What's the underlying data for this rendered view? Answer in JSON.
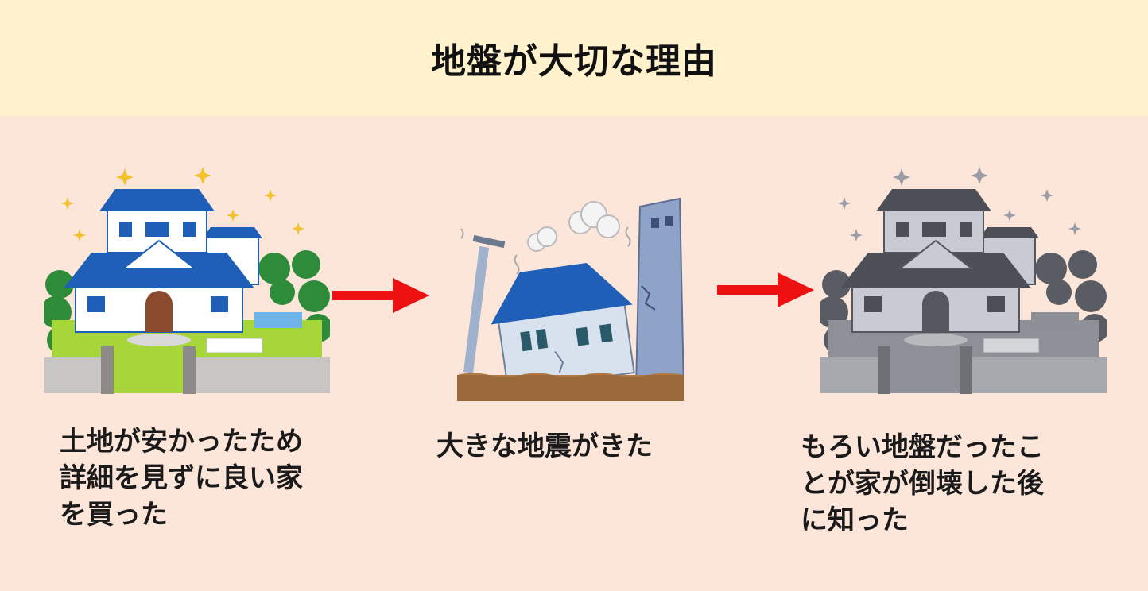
{
  "header": {
    "title": "地盤が大切な理由"
  },
  "steps": [
    {
      "caption": "土地が安かったため\n詳細を見ずに良い家\nを買った",
      "illustration": "new-house-illustration"
    },
    {
      "caption": "大きな地震がきた",
      "illustration": "earthquake-illustration"
    },
    {
      "caption": "もろい地盤だったこ\nとが家が倒壊した後\nに知った",
      "illustration": "collapsed-house-illustration"
    }
  ],
  "colors": {
    "header_bg": "#fff2cc",
    "body_bg": "#fce5d9",
    "arrow": "#ee1111",
    "roof": "#1f5fb8"
  }
}
